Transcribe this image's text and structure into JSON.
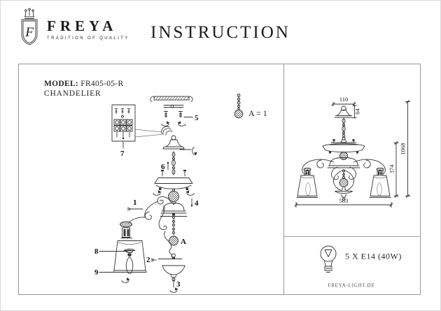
{
  "header": {
    "brand": "FREYA",
    "tagline": "TRADITION OF QUALITY",
    "title": "INSTRUCTION",
    "logo_letter": "F"
  },
  "left_panel": {
    "model_label": "MODEL:",
    "model_value": "FR405-05-R",
    "product_type": "CHANDELIER",
    "legend": "A = 1",
    "part_labels": [
      "1",
      "2",
      "3",
      "4",
      "5",
      "6",
      "7",
      "8",
      "9",
      "A"
    ]
  },
  "right_panel": {
    "dimensions": {
      "canopy_width": "110",
      "canopy_height": "64",
      "fixture_height": "374",
      "total_height": "1068",
      "fixture_width": "583"
    },
    "bulb_spec": "5 X E14 (40W)",
    "website": "FREYA-LIGHT.DE"
  },
  "colors": {
    "line_art": "#333333",
    "panel_border": "#979797",
    "page_frame": "#d9d9d9",
    "background": "#ffffff"
  }
}
